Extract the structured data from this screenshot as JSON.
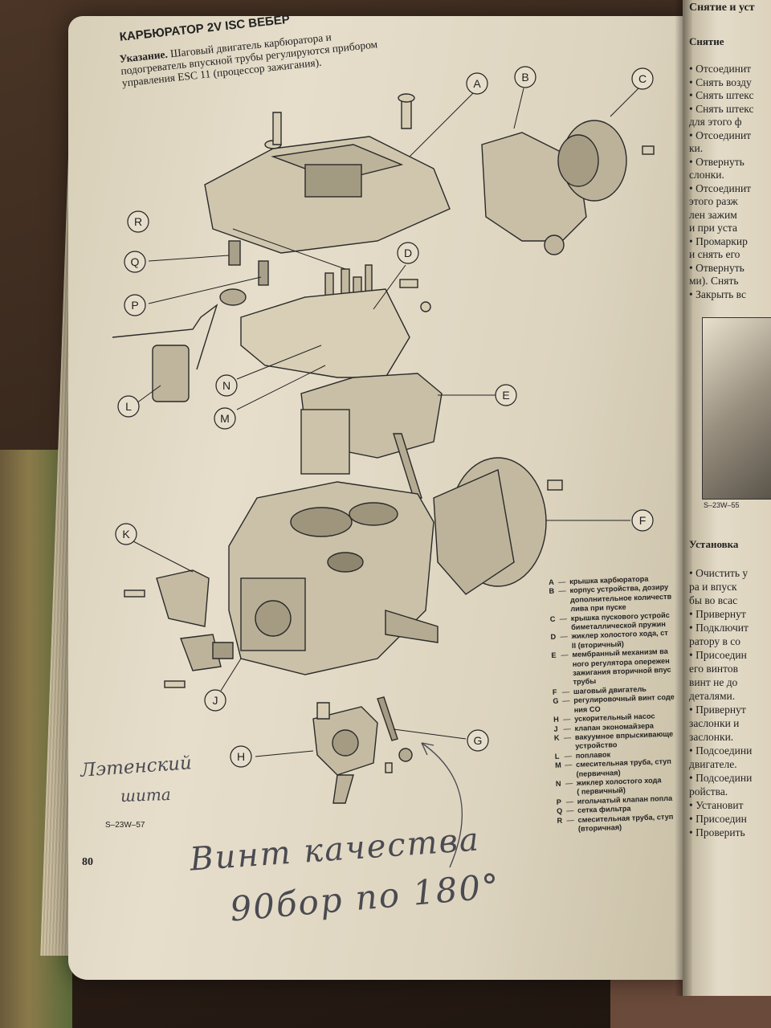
{
  "left_page": {
    "title": "КАРБЮРАТОР 2V ISC ВЕБЕР",
    "note_label": "Указание.",
    "note_text": " Шаговый двигатель карбюратора и подогреватель впускной трубы регулируются прибором управления ESC 11 (процессор зажигания).",
    "figure_ref": "S–23W–57",
    "page_number": "80",
    "callouts": [
      "A",
      "B",
      "C",
      "D",
      "E",
      "F",
      "G",
      "H",
      "J",
      "K",
      "L",
      "M",
      "N",
      "P",
      "Q",
      "R"
    ],
    "legend": [
      {
        "code": "A",
        "text": "крышка карбюратора"
      },
      {
        "code": "B",
        "text": "корпус устройства, дозиру\nдополнительное количеств\nлива при пуске"
      },
      {
        "code": "C",
        "text": "крышка пускового устройс\nбиметаллической пружин"
      },
      {
        "code": "D",
        "text": "жиклер холостого хода, ст\nII (вторичный)"
      },
      {
        "code": "E",
        "text": "мембранный механизм ва\nного регулятора опережен\nзажигания вторичной впус\nтрубы"
      },
      {
        "code": "F",
        "text": "шаговый двигатель"
      },
      {
        "code": "G",
        "text": "регулировочный винт соде\nния CO"
      },
      {
        "code": "H",
        "text": "ускорительный насос"
      },
      {
        "code": "J",
        "text": "клапан экономайзера"
      },
      {
        "code": "K",
        "text": "вакуумное впрыскивающе\nустройство"
      },
      {
        "code": "L",
        "text": "поплавок"
      },
      {
        "code": "M",
        "text": "смесительная труба, ступ\n(первичная)"
      },
      {
        "code": "N",
        "text": "жиклер холостого хода\n( первичный)"
      },
      {
        "code": "P",
        "text": "игольчатый клапан попла"
      },
      {
        "code": "Q",
        "text": "сетка фильтра"
      },
      {
        "code": "R",
        "text": "смесительная труба, ступ\n(вторичная)"
      }
    ]
  },
  "handwriting": {
    "line1": "Лэтенский",
    "line2": "шита",
    "line3": "Винт качества",
    "line4": "90бор по 180°"
  },
  "right_page": {
    "heading": "Снятие и уст",
    "sub1": "Снятие",
    "lines_top": [
      "• Отсоединит",
      "• Снять возду",
      "• Снять штекс",
      "• Снять штекс",
      "  для этого ф",
      "• Отсоединит",
      "  ки.",
      "• Отвернуть",
      "  слонки.",
      "• Отсоединит",
      "  этого разж",
      "  лен зажим",
      "  и при уста",
      "• Промаркир",
      "  и снять его",
      "• Отвернуть",
      "  ми). Снять",
      "• Закрыть вс"
    ],
    "photo_caption": "S–23W–55",
    "sub2": "Установка",
    "lines_bottom": [
      "• Очистить у",
      "  ра и впуск",
      "  бы во всас",
      "• Привернут",
      "• Подключит",
      "  ратору в со",
      "• Присоедин",
      "  его винтов",
      "  винт не до",
      "  деталями.",
      "• Привернут",
      "  заслонки и",
      "  заслонки.",
      "• Подсоедини",
      "  двигателе.",
      "• Подсоедини",
      "  ройства.",
      "• Установит",
      "• Присоедин",
      "• Проверить"
    ]
  }
}
